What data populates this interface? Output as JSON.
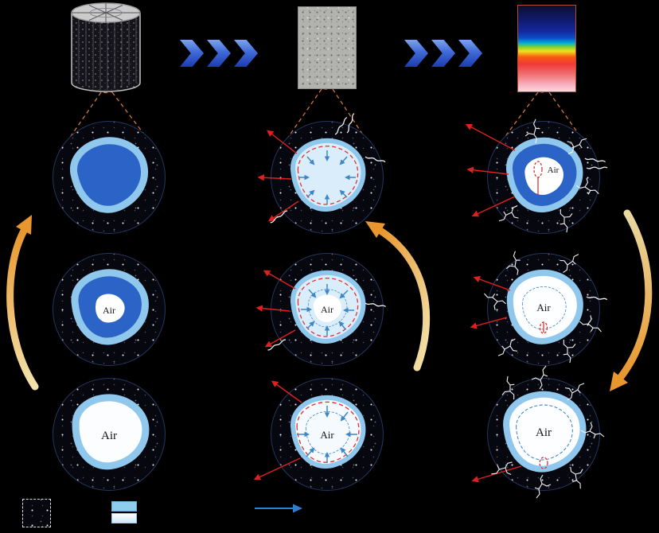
{
  "labels": {
    "air": "Air"
  },
  "colors": {
    "background": "#000000",
    "water_blue": "#2b63c6",
    "pore_rim_blue": "#8fc8ec",
    "pale_water_blue": "#d9edfa",
    "evaporation_arrow_blue": "#3f85c8",
    "moisture_arrow_red": "#e02020",
    "drying_front_red_dashed": "#e03030",
    "callout_orange_dashed": "#d4743b",
    "cycle_arrow_orange": "#e8962e",
    "chevron_blue": "#3f6ad8"
  },
  "icons": {
    "specimen_cylinder": "concrete-cylinder",
    "specimen_photo": "specimen-surface-photo",
    "specimen_simulation": "thermal-simulation-tube",
    "chevron": "triple-chevron-right",
    "crack": "microcrack-branches",
    "squiggle": "capillary-channel",
    "meniscus": "red-dashed-meniscus"
  },
  "legend": {
    "items": [
      {
        "swatch": "concrete-matrix-speckle"
      },
      {
        "swatch": "pore-water-light-blue"
      },
      {
        "swatch": "pore-air-white-gradient"
      },
      {
        "swatch": "water-flow-arrow-blue"
      }
    ]
  }
}
